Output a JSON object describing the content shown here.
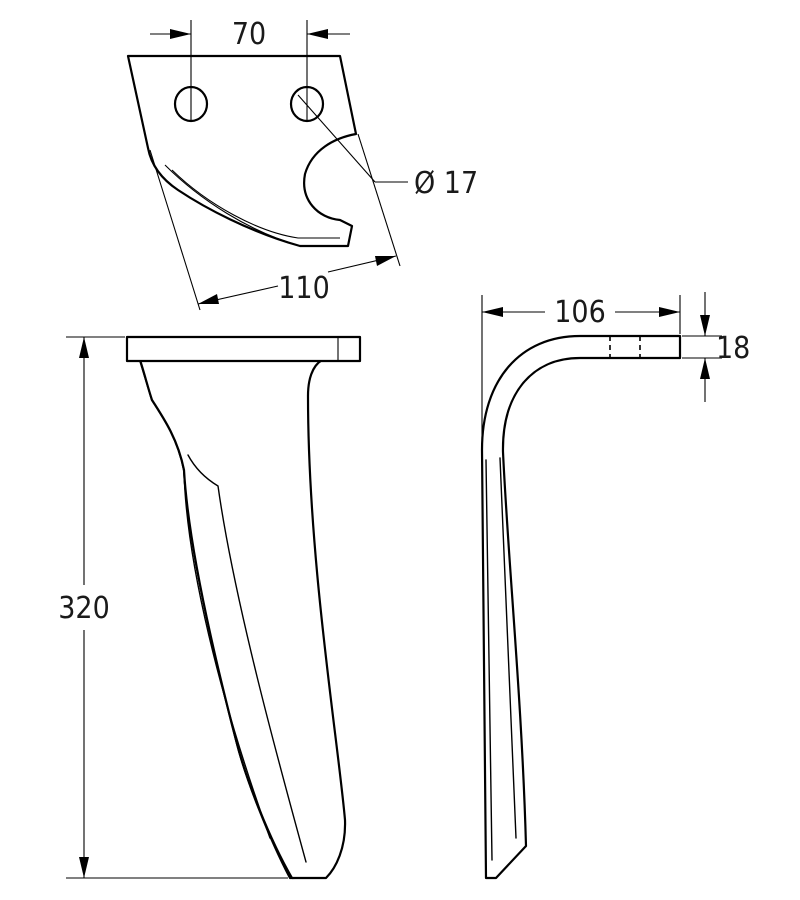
{
  "dimensions": {
    "hole_spacing": "70",
    "hole_diameter": "Ø 17",
    "blade_width": "110",
    "height": "320",
    "side_depth": "106",
    "thickness": "18"
  }
}
